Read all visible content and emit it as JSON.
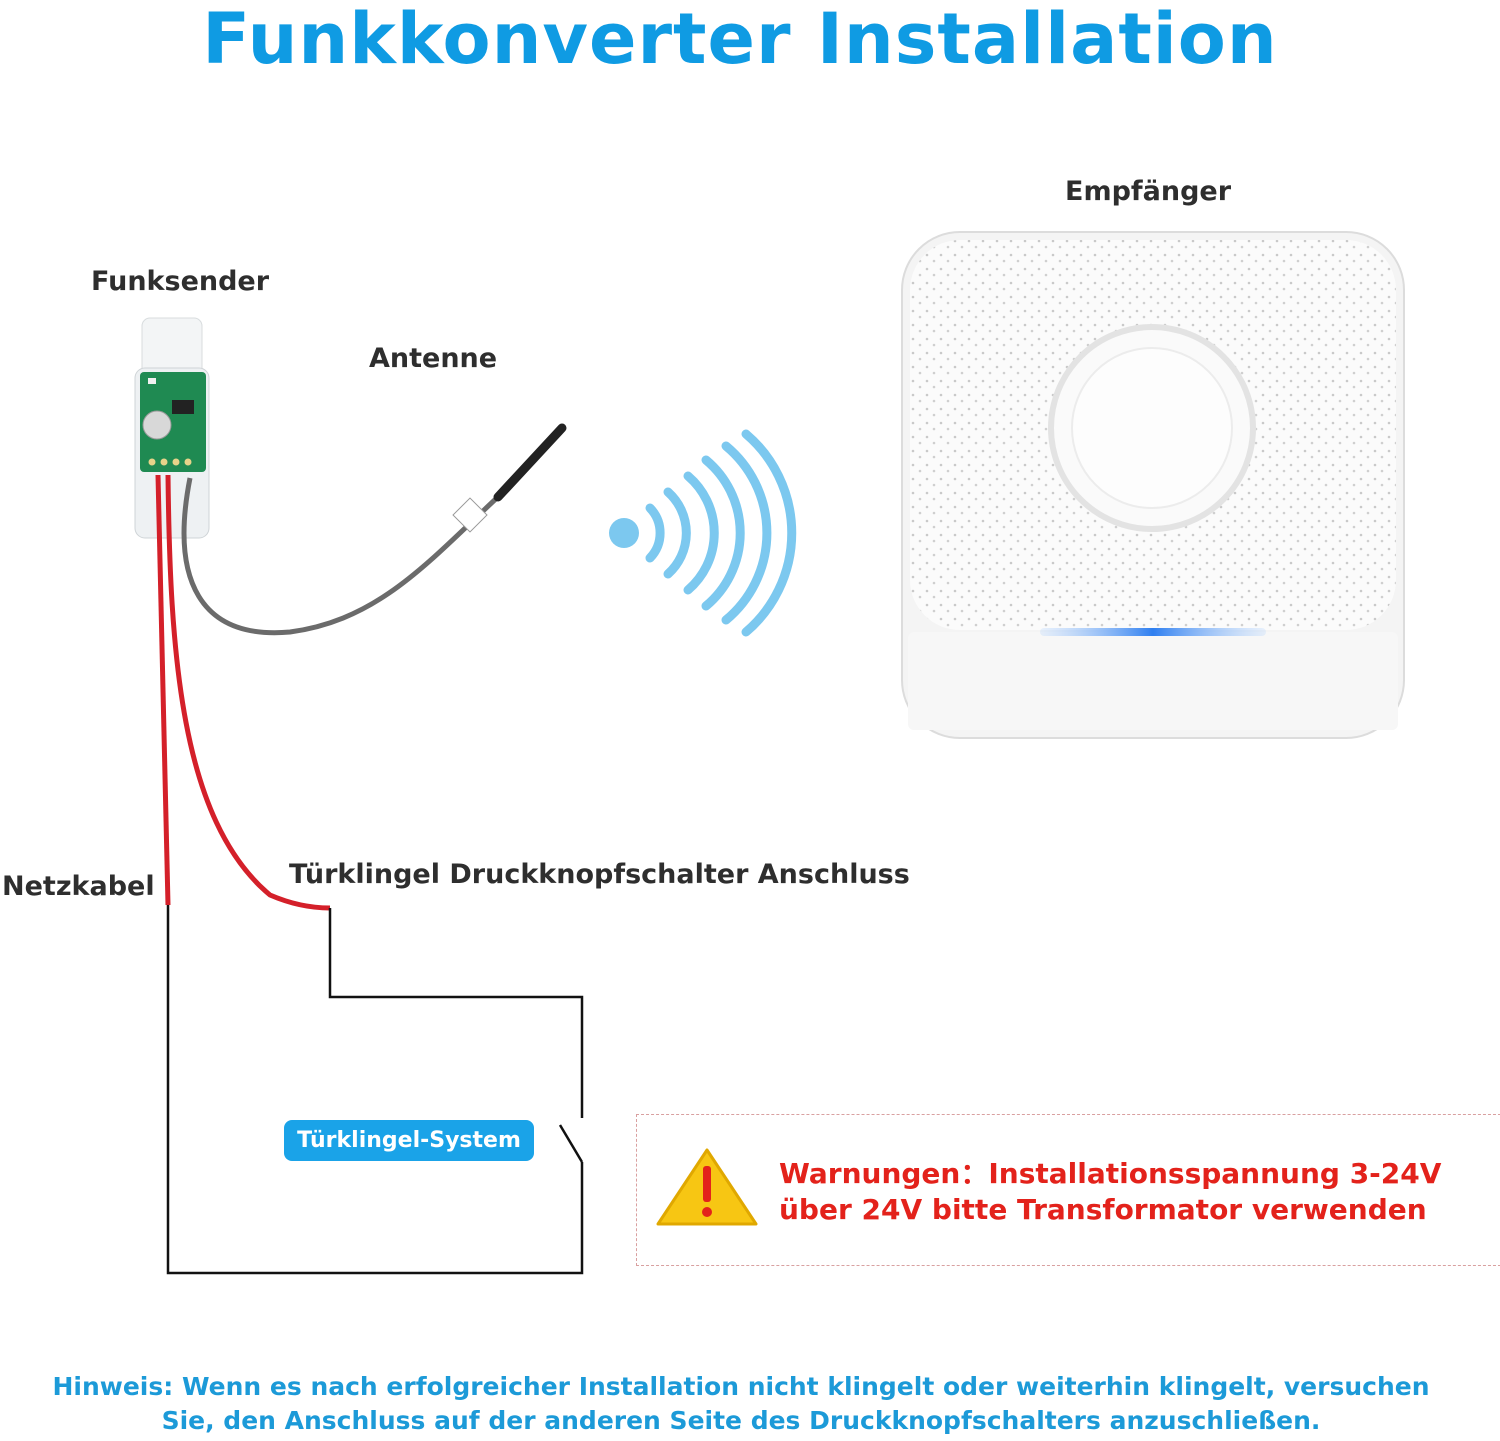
{
  "title": "Funkkonverter Installation",
  "labels": {
    "transmitter": "Funksender",
    "antenna": "Antenne",
    "receiver": "Empfänger",
    "power_cable": "Netzkabel",
    "button_connection": "Türklingel Druckknopfschalter Anschluss"
  },
  "system_badge": "Türklingel-System",
  "warning": {
    "line1": "Warnungen：Installationsspannung 3-24V",
    "line2": "über 24V bitte Transformator verwenden"
  },
  "hint": {
    "line1": "Hinweis: Wenn es nach erfolgreicher Installation nicht klingelt oder weiterhin klingelt, versuchen",
    "line2": "Sie, den Anschluss auf der anderen Seite des Druckknopfschalters anzuschließen."
  },
  "colors": {
    "title_blue": "#0f9be3",
    "wire_red": "#d4202a",
    "wire_gray": "#6b6b6b",
    "signal_blue": "#7cc8ef",
    "warning_red": "#e3221b",
    "warning_yellow": "#f7c613",
    "receiver_led": "#3c8ef0"
  }
}
